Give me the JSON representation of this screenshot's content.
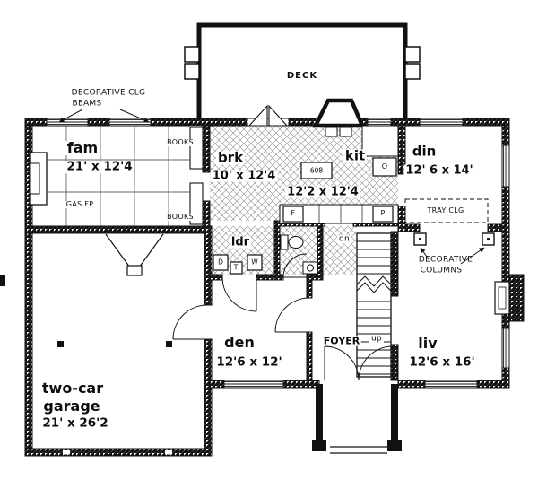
{
  "deck": {
    "label": "DECK"
  },
  "rooms": {
    "fam": {
      "name": "fam",
      "dims": "21' x 12'4"
    },
    "brk": {
      "name": "brk",
      "dims": "10' x 12'4"
    },
    "kit": {
      "name": "kit",
      "dims": "12'2 x 12'4"
    },
    "din": {
      "name": "din",
      "dims": "12' 6 x 14'"
    },
    "ldr": {
      "name": "ldr"
    },
    "den": {
      "name": "den",
      "dims": "12'6 x 12'"
    },
    "foyer": {
      "name": "FOYER"
    },
    "liv": {
      "name": "liv",
      "dims": "12'6 x 16'"
    },
    "garage": {
      "line1": "two-car",
      "line2": "garage",
      "dims": "21' x 26'2"
    }
  },
  "annotations": {
    "decorative_clg": {
      "line1": "DECORATIVE CLG",
      "line2": "BEAMS"
    },
    "books_upper": "BOOKS",
    "books_lower": "BOOKS",
    "gas_fp": "GAS FP",
    "tray_clg": "TRAY CLG",
    "decorative_columns": {
      "line1": "DECORATIVE",
      "line2": "COLUMNS"
    },
    "stair_dn": "dn",
    "stair_up": "up"
  },
  "appliances": {
    "dryer": "D",
    "tub": "T",
    "washer": "W",
    "fridge": "F",
    "pantry": "P",
    "oven": "O",
    "range": "608"
  },
  "colors": {
    "ink": "#111111",
    "paper": "#ffffff"
  }
}
